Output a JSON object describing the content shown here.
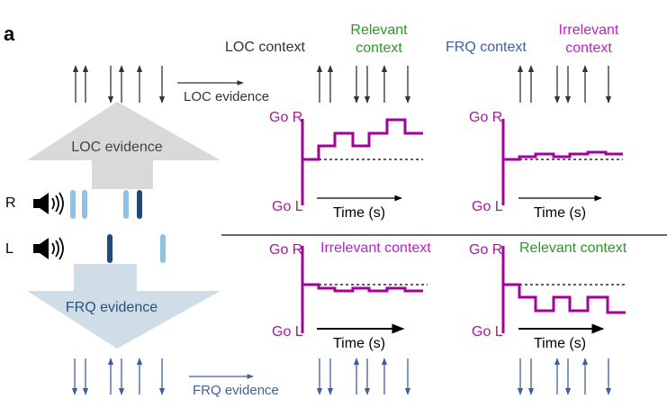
{
  "panel_label": "a",
  "colors": {
    "magenta": "#a3009c",
    "label_magenta": "#a31c99",
    "green": "#2a9a22",
    "irrelevant_magenta": "#c21fc2",
    "blue": "#3f5f9c",
    "dark": "#333333",
    "loc_arrow": "#d9d9d9",
    "frq_arrow": "#cfdde8",
    "light_blue": "#92c1e6",
    "dark_blue": "#1f4b78"
  },
  "left": {
    "loc_evidence_label": "LOC evidence",
    "frq_evidence_label": "FRQ evidence",
    "ear_right": "R",
    "ear_left": "L",
    "speaker_icon": "speaker-icon",
    "loc_evidence_arrow_label": "LOC evidence",
    "frq_evidence_arrow_label": "FRQ evidence"
  },
  "headers": {
    "loc_context": "LOC context",
    "frq_context": "FRQ context",
    "relevant_line1": "Relevant",
    "relevant_line2": "context",
    "irrelevant_line1": "Irrelevant",
    "irrelevant_line2": "context"
  },
  "plots": {
    "go_r": "Go R",
    "go_l": "Go L",
    "time": "Time (s)",
    "lower_irrelevant": "Irrelevant context",
    "lower_relevant": "Relevant context"
  }
}
